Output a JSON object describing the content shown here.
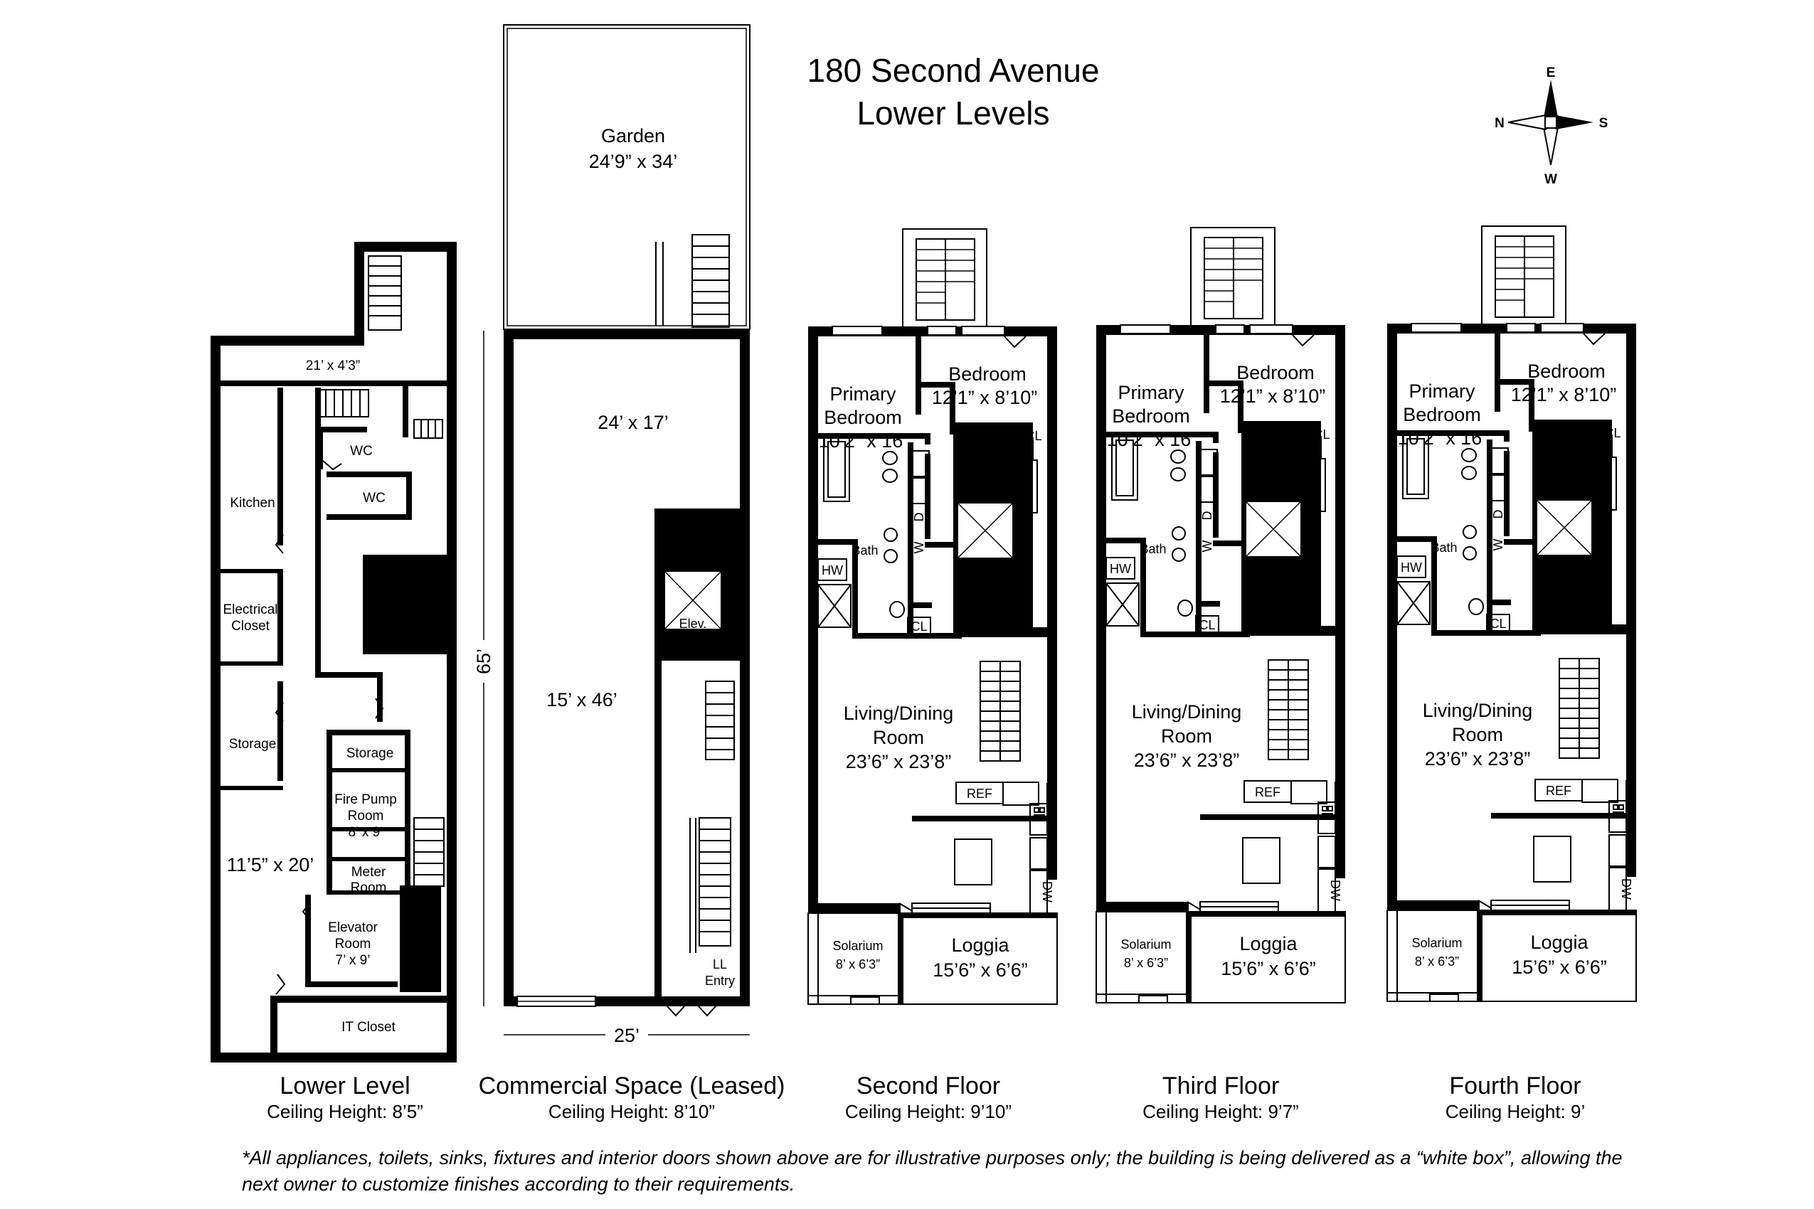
{
  "title": {
    "line1": "180 Second Avenue",
    "line2": "Lower Levels"
  },
  "compass": {
    "north": "N",
    "east": "E",
    "south": "S",
    "west": "W"
  },
  "lower_level": {
    "caption": "Lower Level",
    "ceiling": "Ceiling Height: 8’5”",
    "rooms": {
      "top_corridor": "21’ x 4’3”",
      "wc_upper": "WC",
      "wc_lower": "WC",
      "kitchen": "Kitchen",
      "electrical_1": "Electrical",
      "electrical_2": "Closet",
      "storage_left": "Storage",
      "storage_right": "Storage",
      "fire_pump_1": "Fire Pump",
      "fire_pump_2": "Room",
      "fire_pump_3": "8’ x 9’",
      "main_dims": "11’5” x 20’",
      "meter_1": "Meter",
      "meter_2": "Room",
      "elevator_1": "Elevator",
      "elevator_2": "Room",
      "elevator_3": "7’ x 9’",
      "it_closet": "IT Closet"
    }
  },
  "commercial": {
    "caption": "Commercial Space (Leased)",
    "ceiling": "Ceiling Height: 8’10”",
    "garden_label": "Garden",
    "garden_dims": "24’9” x 34’",
    "upper_dims": "24’ x 17’",
    "lower_dims": "15’ x 46’",
    "elev": "Elev.",
    "entry_1": "LL",
    "entry_2": "Entry",
    "depth": "65’",
    "width": "25’"
  },
  "floor_labels": {
    "primary_1": "Primary",
    "primary_2": "Bedroom",
    "primary_dims": "10’2” x 16’",
    "bedroom": "Bedroom",
    "bedroom_dims": "12’1” x 8’10”",
    "bath": "Bath",
    "cl": "CL",
    "w": "W",
    "d": "D",
    "hw": "HW",
    "elev": "Elev.",
    "living_1": "Living/Dining",
    "living_2": "Room",
    "living_dims": "23’6” x 23’8”",
    "ref": "REF",
    "dw": "DW",
    "solarium": "Solarium",
    "solarium_dims": "8’ x 6’3”",
    "loggia": "Loggia",
    "loggia_dims": "15’6” x 6’6”"
  },
  "floors": [
    {
      "caption": "Second Floor",
      "ceiling": "Ceiling Height: 9’10”"
    },
    {
      "caption": "Third Floor",
      "ceiling": "Ceiling Height: 9’7”"
    },
    {
      "caption": "Fourth Floor",
      "ceiling": "Ceiling Height: 9’"
    }
  ],
  "disclaimer": "*All appliances, toilets, sinks, fixtures and interior doors shown above are for illustrative purposes only;  the building is being delivered as a “white box”, allowing the next owner to customize finishes according to their requirements."
}
